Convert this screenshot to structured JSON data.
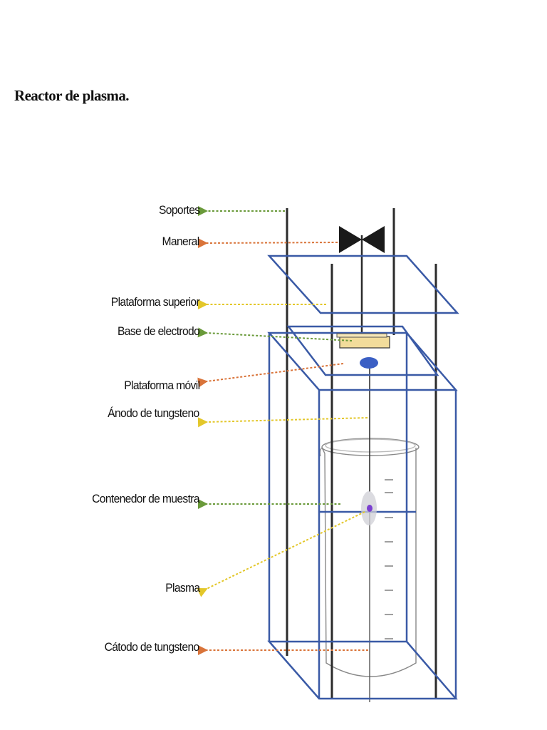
{
  "title": "Reactor de plasma.",
  "labels": {
    "soportes": "Soportes",
    "maneral": "Maneral",
    "plataforma_superior": "Plataforma superior",
    "base_electrodo": "Base de electrodo",
    "plataforma_movil": "Plataforma móvil",
    "anodo": "Ánodo de tungsteno",
    "contenedor": "Contenedor de muestra",
    "plasma": "Plasma",
    "catodo": "Cátodo de tungsteno"
  },
  "colors": {
    "frame": "#3a5aa6",
    "rod": "#2b2b2b",
    "leader_green": "#6a9a3a",
    "leader_orange": "#d9743a",
    "leader_yellow": "#e3c72a",
    "electrode_base": "#f2dc9b",
    "moving_platform": "#3b5fc4",
    "plasma": "#7b3fd0"
  }
}
